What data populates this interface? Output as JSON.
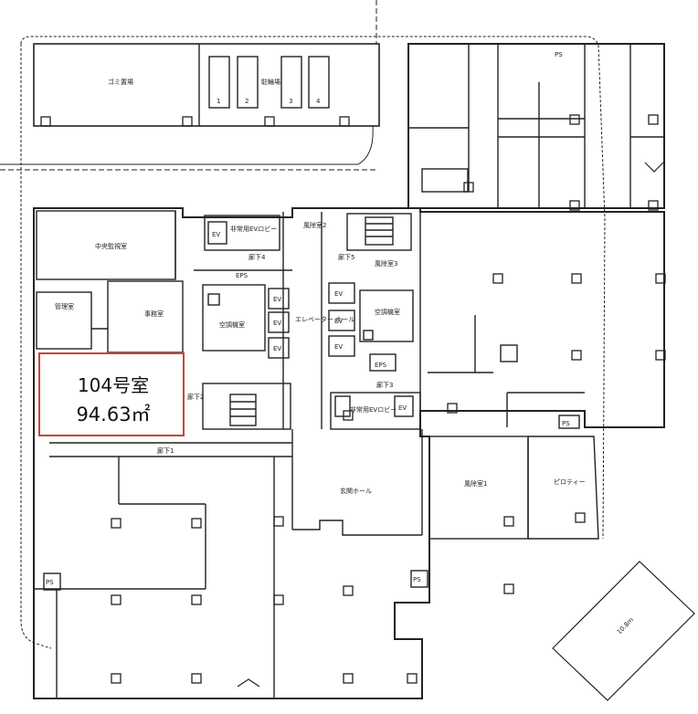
{
  "highlight": {
    "unit_name": "104号室",
    "unit_area": "94.63㎡",
    "color": "#c8452f"
  },
  "labels": {
    "trash_room": "ゴミ置場",
    "bicycle": "駐輪場",
    "bike_nums": [
      "1",
      "2",
      "3",
      "4"
    ],
    "monitor_room": "中央監視室",
    "manager_room": "管理室",
    "office": "事務室",
    "ac_room_left": "空調機室",
    "elevator_hall": "エレベーター\nホール",
    "ac_room_right": "空調機室",
    "windbreak_2": "風除室2",
    "windbreak_3": "風除室3",
    "corridor_f1": "廊下1",
    "corridor_f2": "廊下2",
    "corridor_f3": "廊下3",
    "corridor_f4": "廊下4",
    "corridor_f5": "廊下5",
    "entrance_hall": "玄関ホール",
    "windbreak_1": "風除室1",
    "piloti": "ピロティー",
    "ev": "EV",
    "eps": "EPS",
    "ps": "PS",
    "emergency_ev": "非常用EVロビー",
    "road": "10.8m"
  }
}
